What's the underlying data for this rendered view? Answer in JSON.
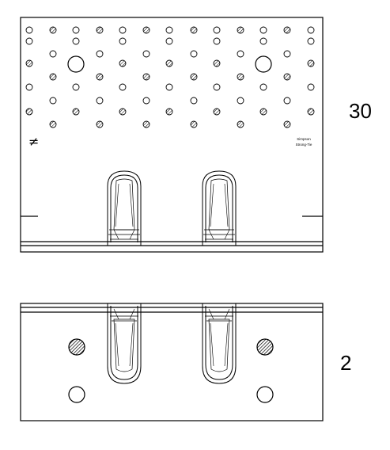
{
  "top_view_label": "30",
  "bottom_view_label": "2",
  "not_equal_mark": "≠",
  "stamp_line_1": "Simpson",
  "stamp_line_2": "Strong-Tie",
  "colors": {
    "line": "#000000",
    "hatch": "#000000",
    "background": "#ffffff"
  },
  "parts": [
    "plate-top-view",
    "plate-side-view",
    "anchor-legs",
    "nail-holes",
    "bolt-holes"
  ]
}
